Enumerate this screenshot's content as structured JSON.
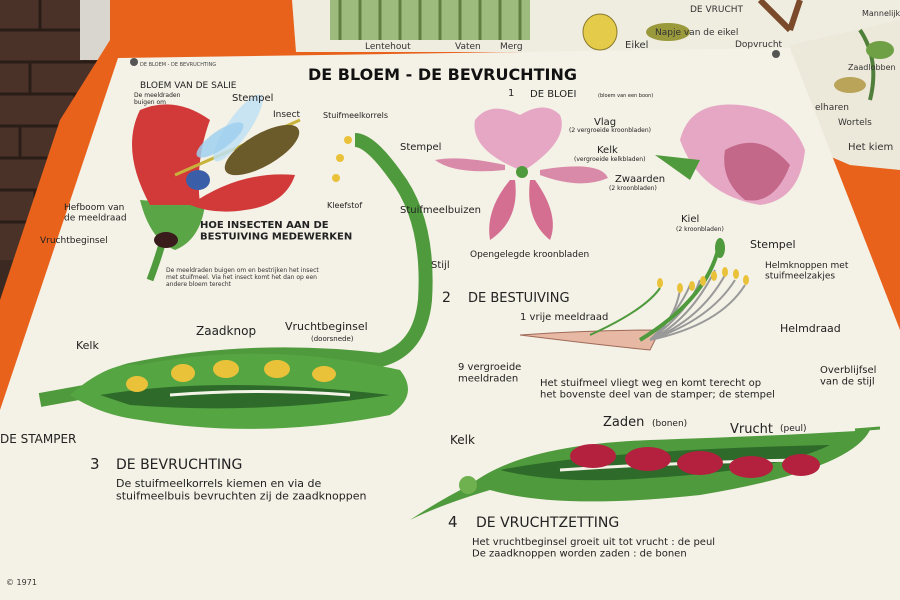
{
  "scene": {
    "colors": {
      "table_orange": "#e8621c",
      "brick": "#5a3a2c",
      "poster_paper": "#f4f1e6",
      "leaf_green": "#4f9a3c",
      "dark_green": "#2e6b2a",
      "petal_pink": "#e6a7c4",
      "petal_dark": "#a8456e",
      "seed_yellow": "#e9c23a",
      "bean_red": "#b3213f",
      "salvia_red": "#d23a3a"
    }
  },
  "top_poster": {
    "labels": [
      "Lentehout",
      "Vaten",
      "Merg",
      "Eikel",
      "Napje van de eikel",
      "Dopvrucht",
      "DE VRUCHT"
    ]
  },
  "right_poster": {
    "labels": [
      "Mannelijke katjes",
      "Zaadlobben",
      "Wortels",
      "Het kiem",
      "elharen"
    ]
  },
  "poster": {
    "header_small": "DE BLOEM - DE BEVRUCHTING",
    "title": "DE BLOEM - DE BEVRUCHTING",
    "salvia": {
      "heading": "BLOEM VAN DE SALIE",
      "labels": {
        "meeldraden": "De meeldraden\nbuigen om",
        "stempel": "Stempel",
        "insect": "Insect",
        "hefboom": "Hefboom van\nde meeldraad",
        "vruchtbeginsel": "Vruchtbeginsel"
      },
      "caption_title": "HOE INSECTEN AAN DE\nBESTUIVING MEDEWERKEN",
      "caption_text": "De meeldraden buigen om en bestrijken het insect\nmet stuifmeel. Via het insect komt het dan op een\nandere bloem terecht"
    },
    "stamper": {
      "labels": {
        "stuifmeelkorrels": "Stuifmeelkorrels",
        "stempel": "Stempel",
        "kleefstof": "Kleefstof",
        "stuifmeelbuizen": "Stuifmeelbuizen",
        "stijl": "Stijl",
        "zaadknop": "Zaadknop",
        "vruchtbeginsel": "Vruchtbeginsel",
        "doorsnede": "(doorsnede)",
        "kelk": "Kelk",
        "de_stamper": "DE STAMPER"
      }
    },
    "section1": {
      "number": "1",
      "title": "DE BLOEI",
      "subtitle": "(bloem van een boon)",
      "labels": {
        "vlag": "Vlag",
        "vlag_sub": "(2 vergroeide kroonbladen)",
        "kelk": "Kelk",
        "kelk_sub": "(vergroeide kelkbladen)",
        "zwaarden": "Zwaarden",
        "zwaarden_sub": "(2 kroonbladen)",
        "kiel": "Kiel",
        "kiel_sub": "(2 kroonbladen)",
        "opengelegde": "Opengelegde kroonbladen"
      }
    },
    "section2": {
      "number": "2",
      "title": "DE BESTUIVING",
      "labels": {
        "stempel": "Stempel",
        "helmknoppen": "Helmknoppen met\nstuifmeelzakjes",
        "vrije": "1 vrije meeldraad",
        "helmdraad": "Helmdraad",
        "vergroeide": "9 vergroeide\nmeeldraden"
      },
      "text": "Het stuifmeel vliegt weg en komt terecht op\nhet bovenste deel van de stamper; de stempel"
    },
    "section3": {
      "number": "3",
      "title": "DE BEVRUCHTING",
      "text": "De stuifmeelkorrels kiemen en via de\nstuifmeelbuis bevruchten zij de zaadknoppen"
    },
    "section4": {
      "number": "4",
      "title": "DE VRUCHTZETTING",
      "labels": {
        "kelk": "Kelk",
        "zaden": "Zaden",
        "bonen": "(bonen)",
        "vrucht": "Vrucht",
        "peul": "(peul)",
        "overblijfsel": "Overblijfsel\nvan de stijl"
      },
      "text": "Het vruchtbeginsel groeit uit tot vrucht : de peul\nDe zaadknoppen worden zaden : de bonen"
    },
    "footer": {
      "copyright": "© 1971"
    }
  }
}
